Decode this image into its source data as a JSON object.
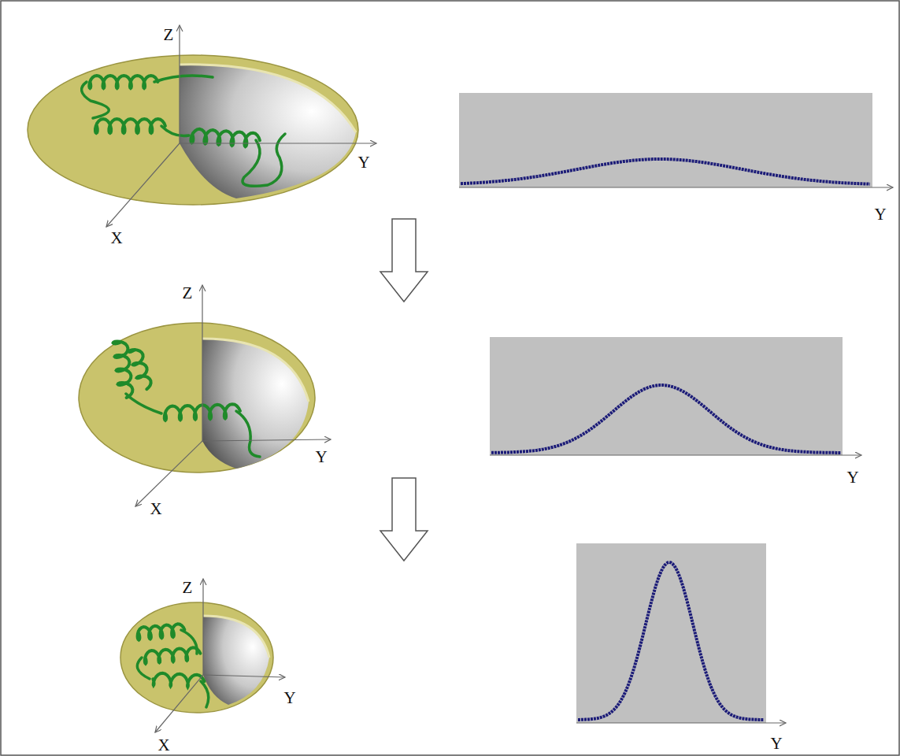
{
  "diagram": {
    "labels": [
      "Z",
      "Y",
      "X",
      "Y",
      "Z",
      "Y",
      "X",
      "Y",
      "Z",
      "Y",
      "X",
      "Y"
    ]
  }
}
